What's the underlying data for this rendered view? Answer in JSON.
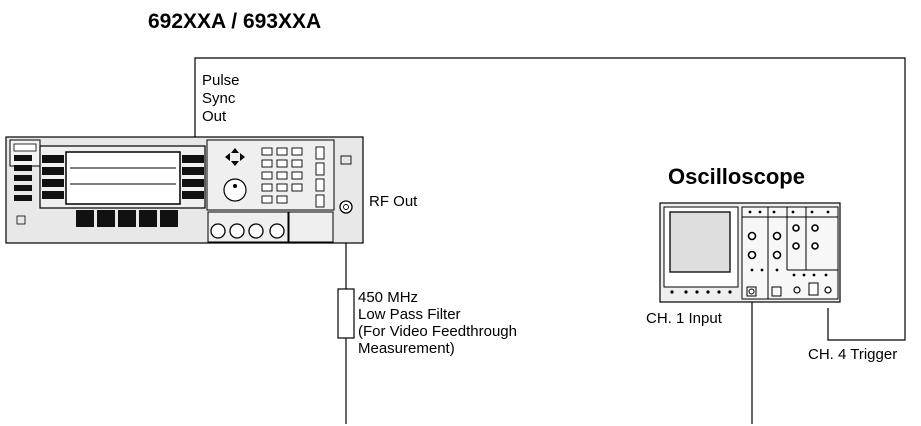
{
  "title": "692XXA / 693XXA",
  "pulse_sync_label": [
    "Pulse",
    "Sync",
    "Out"
  ],
  "rf_out_label": "RF Out",
  "oscilloscope_label": "Oscilloscope",
  "filter_label": [
    "450 MHz",
    "Low Pass Filter",
    "(For Video Feedthrough",
    "Measurement)"
  ],
  "ch1_label": "CH. 1 Input",
  "ch4_label": "CH. 4 Trigger"
}
